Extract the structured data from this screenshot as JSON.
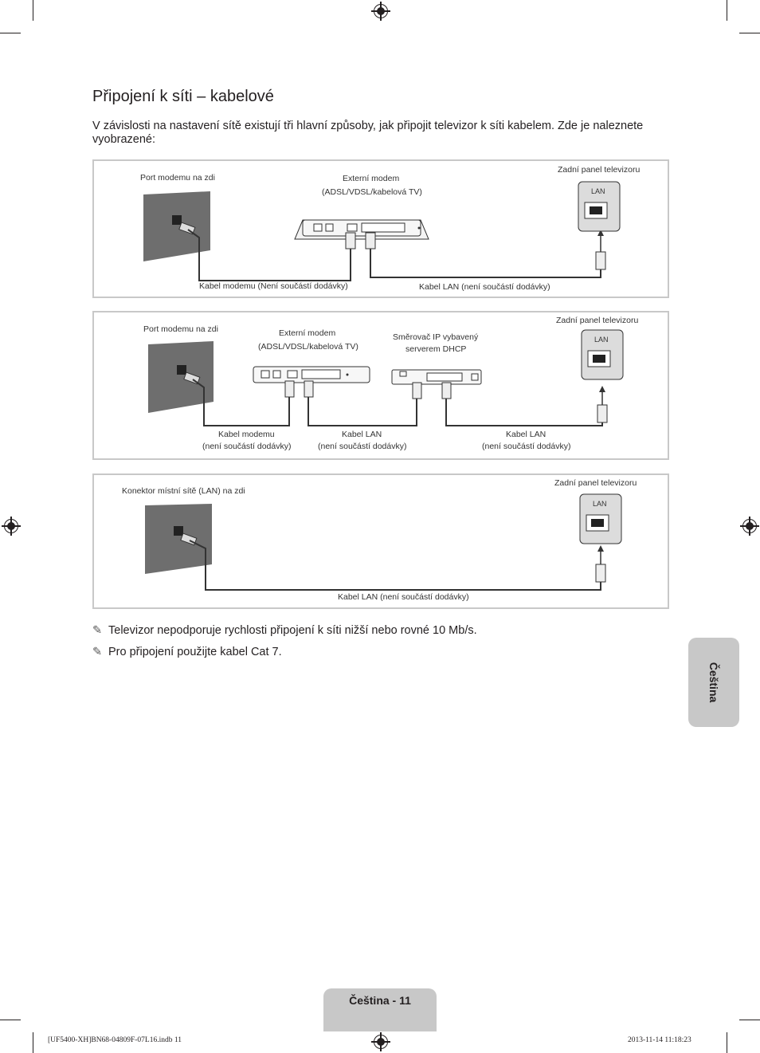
{
  "section_title": "Připojení k síti – kabelové",
  "intro": "V závislosti na nastavení sítě existují tři hlavní způsoby, jak připojit televizor k síti kabelem. Zde je naleznete vyobrazené:",
  "diagram1": {
    "wall_port": "Port modemu na zdi",
    "modem_line1": "Externí modem",
    "modem_line2": "(ADSL/VDSL/kabelová TV)",
    "tv_panel": "Zadní panel televizoru",
    "lan_label": "LAN",
    "cable_modem": "Kabel modemu (Není součástí dodávky)",
    "cable_lan": "Kabel LAN (není součástí dodávky)"
  },
  "diagram2": {
    "wall_port": "Port modemu na zdi",
    "modem_line1": "Externí modem",
    "modem_line2": "(ADSL/VDSL/kabelová TV)",
    "router_line1": "Směrovač IP vybavený",
    "router_line2": "serverem DHCP",
    "tv_panel": "Zadní panel televizoru",
    "lan_label": "LAN",
    "cable1_line1": "Kabel modemu",
    "cable1_line2": "(není součástí dodávky)",
    "cable2_line1": "Kabel LAN",
    "cable2_line2": "(není součástí dodávky)",
    "cable3_line1": "Kabel LAN",
    "cable3_line2": "(není součástí dodávky)"
  },
  "diagram3": {
    "wall_port": "Konektor místní sítě (LAN) na zdi",
    "tv_panel": "Zadní panel televizoru",
    "lan_label": "LAN",
    "cable_lan": "Kabel LAN (není součástí dodávky)"
  },
  "notes": [
    "Televizor nepodporuje rychlosti připojení k síti nižší nebo rovné 10 Mb/s.",
    "Pro připojení použijte kabel Cat 7."
  ],
  "note_icon": "pencil-note-icon",
  "language_tab": "Čeština",
  "footer_page": "Čeština - 11",
  "slug_left": "[UF5400-XH]BN68-04809F-07L16.indb   11",
  "slug_right": "2013-11-14   11:18:23"
}
